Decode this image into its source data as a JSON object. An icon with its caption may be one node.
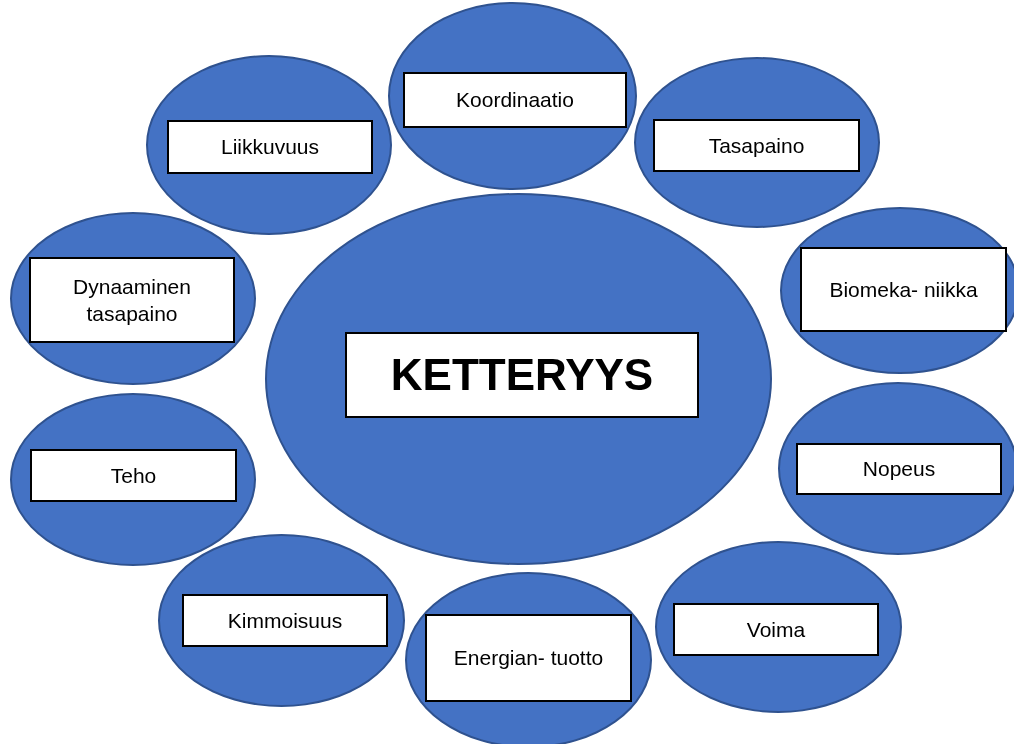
{
  "diagram": {
    "nodes": [
      {
        "text": [],
        "shape": "circle"
      },
      {
        "text": [
          "Koordinaatio"
        ],
        "in": 0
      },
      {
        "text": [],
        "shape": "circle"
      },
      {
        "text": [
          "Liikkuvuus"
        ],
        "in": 2
      },
      {
        "text": [],
        "shape": "circle"
      },
      {
        "text": [
          "Tasapaino"
        ],
        "in": 4
      },
      {
        "text": [],
        "shape": "circle"
      },
      {
        "text": [
          "Dynaaminen tasapaino"
        ],
        "in": 6
      },
      {
        "text": [],
        "shape": "circle"
      },
      {
        "text": [
          "Biomeka- niikka"
        ],
        "in": 8
      },
      {
        "text": [],
        "shape": "circle"
      },
      {
        "text": [
          "KETTERYYS"
        ],
        "in": 10
      },
      {
        "text": [],
        "shape": "circle"
      },
      {
        "text": [
          "Nopeus"
        ],
        "in": 12
      },
      {
        "text": [],
        "shape": "circle"
      },
      {
        "text": [
          "Teho"
        ],
        "in": 14
      },
      {
        "text": [],
        "shape": "circle"
      },
      {
        "text": [
          "Kimmoisuus"
        ],
        "in": 16
      },
      {
        "text": [],
        "shape": "circle"
      },
      {
        "text": [
          "Voima"
        ],
        "in": 18
      },
      {
        "text": [],
        "shape": "circle"
      },
      {
        "text": [
          "Energian- tuotto"
        ],
        "in": 20
      }
    ]
  }
}
